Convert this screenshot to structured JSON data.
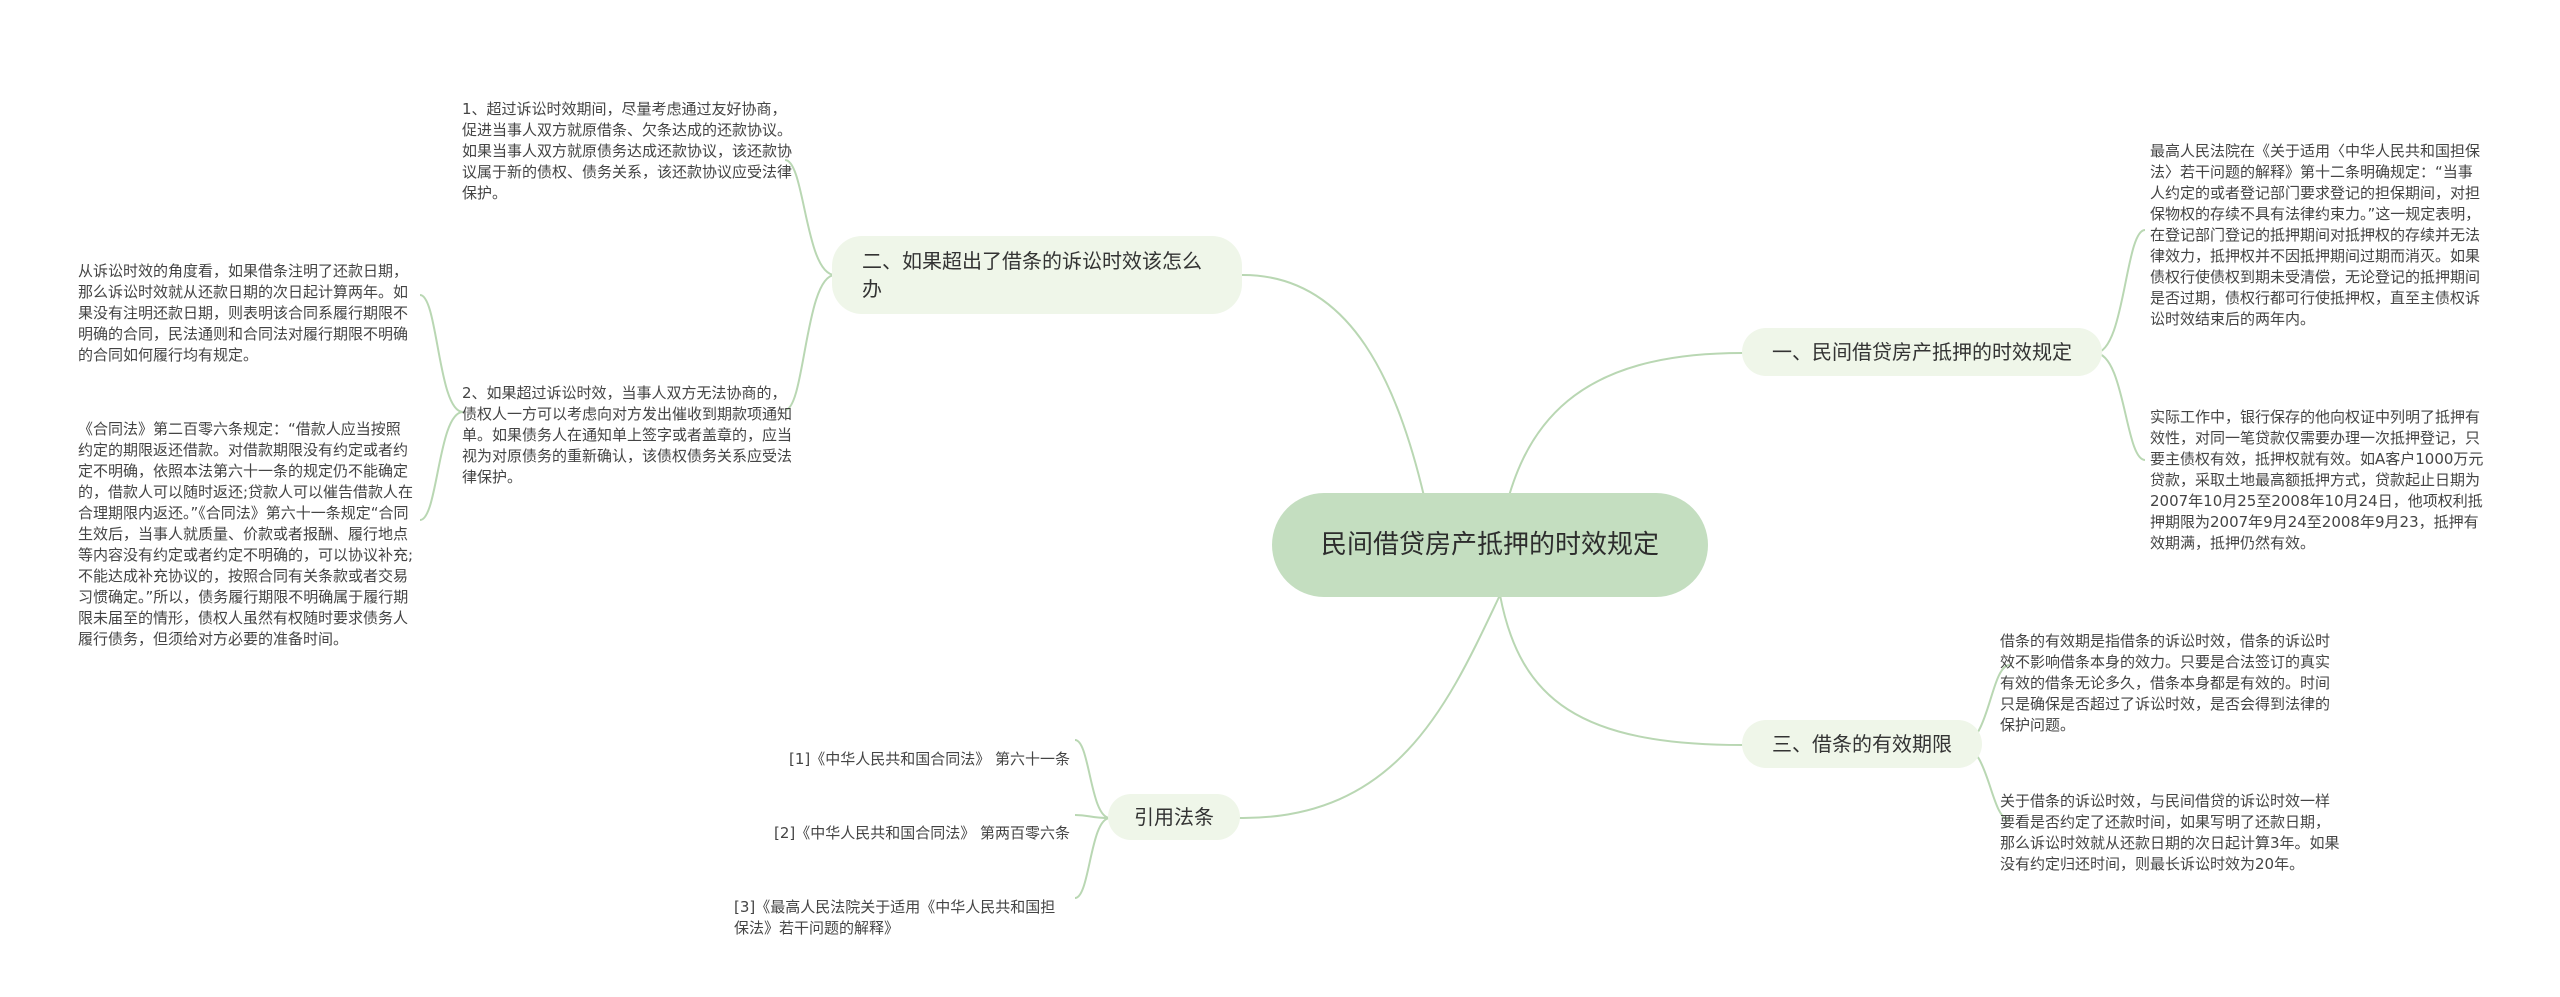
{
  "root": {
    "title": "民间借贷房产抵押的时效规定"
  },
  "branches": {
    "b1": {
      "label": "一、民间借贷房产抵押的时效规定",
      "items": [
        "最高人民法院在《关于适用〈中华人民共和国担保法〉若干问题的解释》第十二条明确规定：“当事人约定的或者登记部门要求登记的担保期间，对担保物权的存续不具有法律约束力。”这一规定表明，在登记部门登记的抵押期间对抵押权的存续并无法律效力，抵押权并不因抵押期间过期而消灭。如果债权行使债权到期未受清偿，无论登记的抵押期间是否过期，债权行都可行使抵押权，直至主债权诉讼时效结束后的两年内。",
        "实际工作中，银行保存的他向权证中列明了抵押有效性，对同一笔贷款仅需要办理一次抵押登记，只要主债权有效，抵押权就有效。如A客户1000万元贷款，采取土地最高额抵押方式，贷款起止日期为2007年10月25至2008年10月24日，他项权利抵押期限为2007年9月24至2008年9月23，抵押有效期满，抵押仍然有效。"
      ]
    },
    "b2": {
      "label": "二、如果超出了借条的诉讼时效该怎么办",
      "items": [
        "1、超过诉讼时效期间，尽量考虑通过友好协商，促进当事人双方就原借条、欠条达成的还款协议。如果当事人双方就原债务达成还款协议，该还款协议属于新的债权、债务关系，该还款协议应受法律保护。",
        "2、如果超过诉讼时效，当事人双方无法协商的，债权人一方可以考虑向对方发出催收到期款项通知单。如果债务人在通知单上签字或者盖章的，应当视为对原债务的重新确认，该债权债务关系应受法律保护。"
      ],
      "subitems": [
        "从诉讼时效的角度看，如果借条注明了还款日期，那么诉讼时效就从还款日期的次日起计算两年。如果没有注明还款日期，则表明该合同系履行期限不明确的合同，民法通则和合同法对履行期限不明确的合同如何履行均有规定。",
        "《合同法》第二百零六条规定：“借款人应当按照约定的期限返还借款。对借款期限没有约定或者约定不明确，依照本法第六十一条的规定仍不能确定的，借款人可以随时返还;贷款人可以催告借款人在合理期限内返还。”《合同法》第六十一条规定“合同生效后，当事人就质量、价款或者报酬、履行地点等内容没有约定或者约定不明确的，可以协议补充;不能达成补充协议的，按照合同有关条款或者交易习惯确定。”所以，债务履行期限不明确属于履行期限未届至的情形，债权人虽然有权随时要求债务人履行债务，但须给对方必要的准备时间。"
      ]
    },
    "b3": {
      "label": "三、借条的有效期限",
      "items": [
        "借条的有效期是指借条的诉讼时效，借条的诉讼时效不影响借条本身的效力。只要是合法签订的真实有效的借条无论多久，借条本身都是有效的。时间只是确保是否超过了诉讼时效，是否会得到法律的保护问题。",
        "关于借条的诉讼时效，与民间借贷的诉讼时效一样要看是否约定了还款时间，如果写明了还款日期，那么诉讼时效就从还款日期的次日起计算3年。如果没有约定归还时间，则最长诉讼时效为20年。"
      ]
    },
    "b4": {
      "label": "引用法条",
      "items": [
        "[1]《中华人民共和国合同法》 第六十一条",
        "[2]《中华人民共和国合同法》 第两百零六条",
        "[3]《最高人民法院关于适用《中华人民共和国担保法》若干问题的解释》"
      ]
    }
  },
  "colors": {
    "line": "#b9d7b3",
    "root_fill": "#c4dec0",
    "branch_fill": "#eff6e9"
  }
}
